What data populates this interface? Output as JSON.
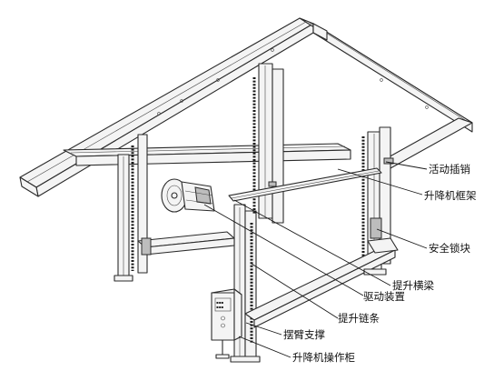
{
  "labels": {
    "safety_pin": "活动插销",
    "lift_frame": "升降机框架",
    "safety_lock": "安全锁块",
    "lift_beam": "提升横梁",
    "drive_unit": "驱动装置",
    "lift_chain": "提升链条",
    "swing_arm_support": "摆臂支撑",
    "lift_control_cabinet": "升降机操作柜"
  }
}
